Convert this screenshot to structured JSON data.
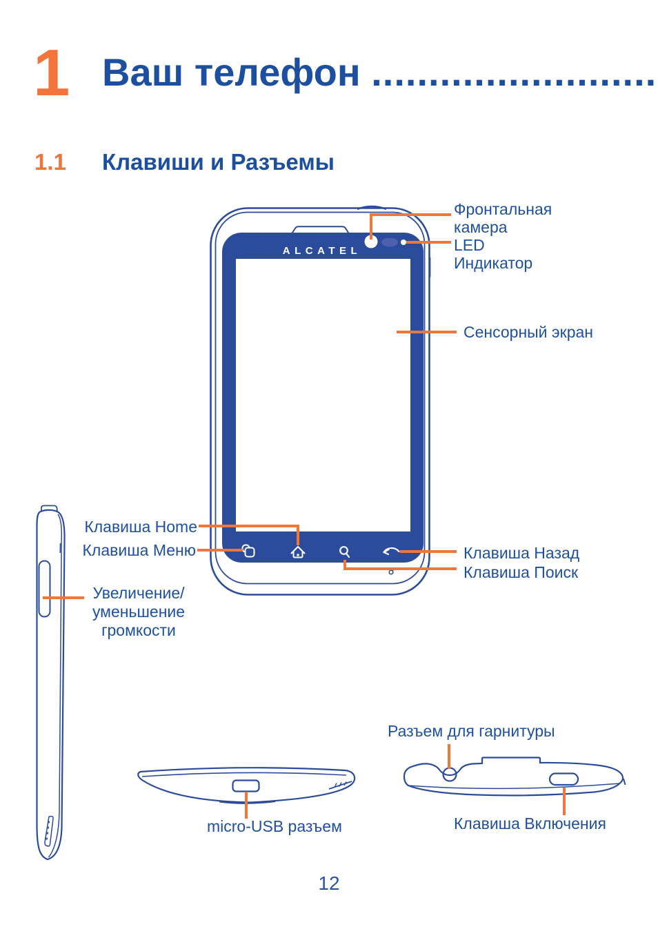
{
  "header": {
    "chapter_number": "1",
    "chapter_title": "Ваш телефон",
    "title_dots": ".........................",
    "section_number": "1.1",
    "section_title": "Клавиши и Разъемы"
  },
  "diagram": {
    "brand": "ALCATEL",
    "labels": {
      "front_camera": "Фронтальная камера",
      "led_indicator": "LED Индикатор",
      "touch_screen": "Сенсорный экран",
      "home_key": "Клавиша Home",
      "menu_key": "Клавиша Меню",
      "back_key": "Клавиша Назад",
      "search_key": "Клавиша Поиск",
      "volume_key_lines": [
        "Увеличение/",
        "уменьшение",
        "громкости"
      ],
      "headset_jack": "Разъем для гарнитуры",
      "usb_port": "micro-USB разъем",
      "power_key": "Клавиша Включения"
    }
  },
  "footer": {
    "page_number": "12"
  },
  "colors": {
    "phone_blue": "#2B4B9B",
    "text_blue": "#1E509F",
    "accent_orange": "#F0773C"
  }
}
